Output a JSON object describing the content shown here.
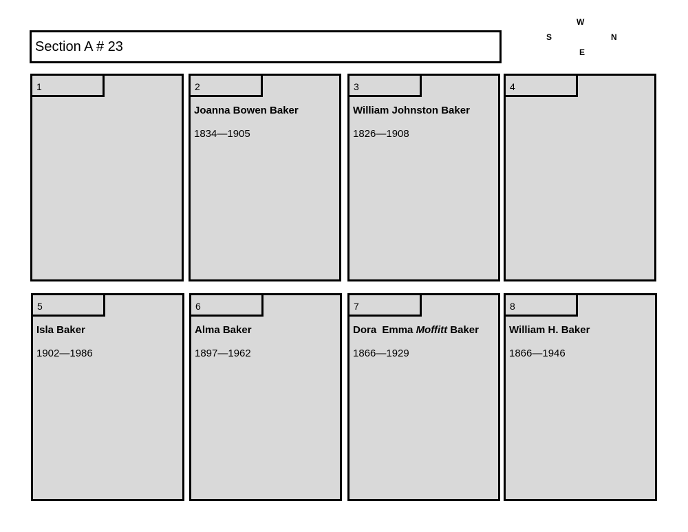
{
  "title": "Section A # 23",
  "compass": {
    "top": "W",
    "left": "S",
    "right": "N",
    "bottom": "E"
  },
  "plots": [
    {
      "number": "1",
      "name": "",
      "dates": ""
    },
    {
      "number": "2",
      "name": "Joanna Bowen Baker",
      "dates": "1834—1905"
    },
    {
      "number": "3",
      "name": "William Johnston Baker",
      "dates": "1826—1908"
    },
    {
      "number": "4",
      "name": "",
      "dates": ""
    },
    {
      "number": "5",
      "name": "Isla Baker",
      "dates": "1902—1986"
    },
    {
      "number": "6",
      "name": "Alma Baker",
      "dates": "1897—1962"
    },
    {
      "number": "7",
      "name_first": "Dora",
      "name_middle": "Emma",
      "name_maiden": "Moffitt",
      "name_last": "Baker",
      "dates": "1866—1929"
    },
    {
      "number": "8",
      "name": "William H. Baker",
      "dates": "1866—1946"
    }
  ],
  "colors": {
    "plot_fill": "#d9d9d9",
    "border": "#000000",
    "background": "#ffffff"
  }
}
